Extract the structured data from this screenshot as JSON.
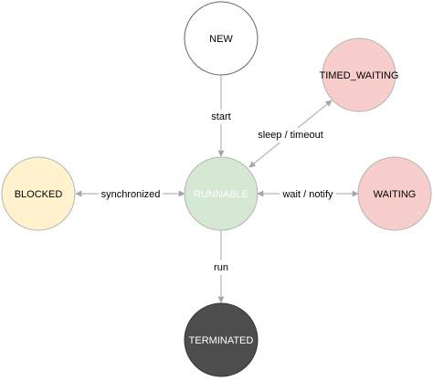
{
  "diagram": {
    "nodes": {
      "new": {
        "label": "NEW",
        "fill": "#ffffff",
        "stroke": "#666666",
        "text": "#000000"
      },
      "timed_waiting": {
        "label": "TIMED_WAITING",
        "fill": "#f8cecc",
        "stroke": "#b3b3b3",
        "text": "#000000"
      },
      "blocked": {
        "label": "BLOCKED",
        "fill": "#fff2cc",
        "stroke": "#b3b3b3",
        "text": "#000000"
      },
      "runnable": {
        "label": "RUNNABLE",
        "fill": "#d5e8d4",
        "stroke": "#b3b3b3",
        "text": "#ffffff"
      },
      "waiting": {
        "label": "WAITING",
        "fill": "#f8cecc",
        "stroke": "#b3b3b3",
        "text": "#000000"
      },
      "terminated": {
        "label": "TERMINATED",
        "fill": "#4d4d4d",
        "stroke": "#333333",
        "text": "#ffffff"
      }
    },
    "edges": {
      "start": {
        "label": "start"
      },
      "sleep_timeout": {
        "label": "sleep / timeout"
      },
      "synchronized": {
        "label": "synchronized"
      },
      "wait_notify": {
        "label": "wait / notify"
      },
      "run": {
        "label": "run"
      }
    },
    "edge_color": "#a6a6a6"
  }
}
